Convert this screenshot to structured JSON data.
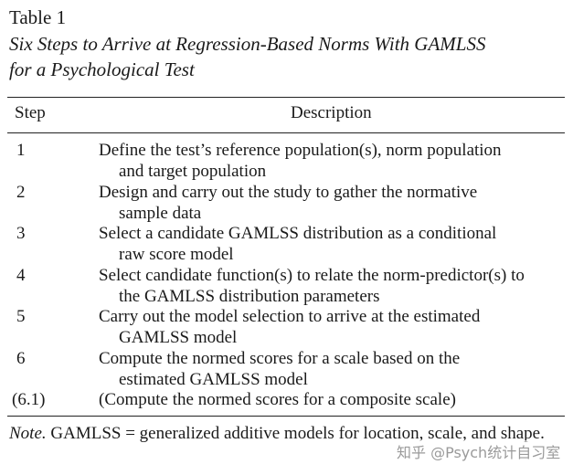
{
  "table": {
    "label": "Table 1",
    "title_line1": "Six Steps to Arrive at Regression-Based Norms With GAMLSS",
    "title_line2": "for a Psychological Test",
    "headers": {
      "step": "Step",
      "description": "Description"
    },
    "rows": [
      {
        "step": "1",
        "line1": "Define the test’s reference population(s), norm population",
        "line2": "and target population"
      },
      {
        "step": "2",
        "line1": "Design and carry out the study to gather the normative",
        "line2": "sample data"
      },
      {
        "step": "3",
        "line1": "Select a candidate GAMLSS distribution as a conditional",
        "line2": "raw score model"
      },
      {
        "step": "4",
        "line1": "Select candidate function(s) to relate the norm-predictor(s) to",
        "line2": "the GAMLSS distribution parameters"
      },
      {
        "step": "5",
        "line1": "Carry out the model selection to arrive at the estimated",
        "line2": "GAMLSS model"
      },
      {
        "step": "6",
        "line1": "Compute the normed scores for a scale based on the",
        "line2": "estimated GAMLSS model"
      },
      {
        "step": "(6.1)",
        "line1": "(Compute the normed scores for a composite scale)",
        "line2": ""
      }
    ],
    "note_label": "Note.",
    "note_text": " GAMLSS = generalized additive models for location, scale, and shape."
  },
  "watermark": "知乎 @Psych统计自习室"
}
